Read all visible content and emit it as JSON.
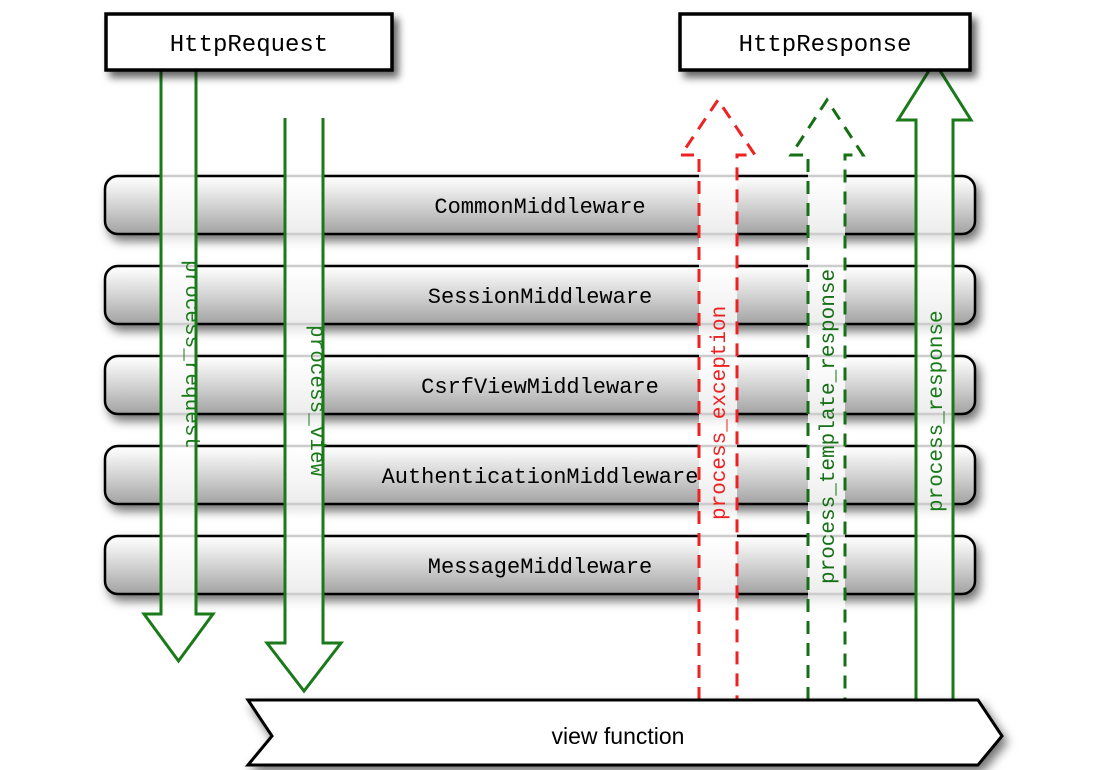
{
  "diagram": {
    "title": "Django middleware request/response flow",
    "colors": {
      "green": "#1a7a1a",
      "dark_green": "#157015",
      "red": "#ee2222",
      "box_border": "#000000",
      "bar_border": "#000000",
      "bar_top": "#ffffff",
      "bar_bottom": "#9a9a9a",
      "text": "#000000"
    }
  },
  "endpoints": {
    "request_box": {
      "label": "HttpRequest"
    },
    "response_box": {
      "label": "HttpResponse"
    }
  },
  "middlewares": [
    {
      "label": "CommonMiddleware"
    },
    {
      "label": "SessionMiddleware"
    },
    {
      "label": "CsrfViewMiddleware"
    },
    {
      "label": "AuthenticationMiddleware"
    },
    {
      "label": "MessageMiddleware"
    }
  ],
  "view": {
    "label": "view function"
  },
  "flows": [
    {
      "name": "process_request",
      "label": "process_request",
      "color": "#1a7a1a",
      "style": "solid",
      "direction": "down"
    },
    {
      "name": "process_view",
      "label": "process_view",
      "color": "#1a7a1a",
      "style": "solid",
      "direction": "down"
    },
    {
      "name": "process_exception",
      "label": "process_exception",
      "color": "#ee2222",
      "style": "dashed",
      "direction": "up"
    },
    {
      "name": "process_template_response",
      "label": "process_template_response",
      "color": "#157015",
      "style": "dashed",
      "direction": "up"
    },
    {
      "name": "process_response",
      "label": "process_response",
      "color": "#1a7a1a",
      "style": "solid",
      "direction": "up"
    }
  ]
}
